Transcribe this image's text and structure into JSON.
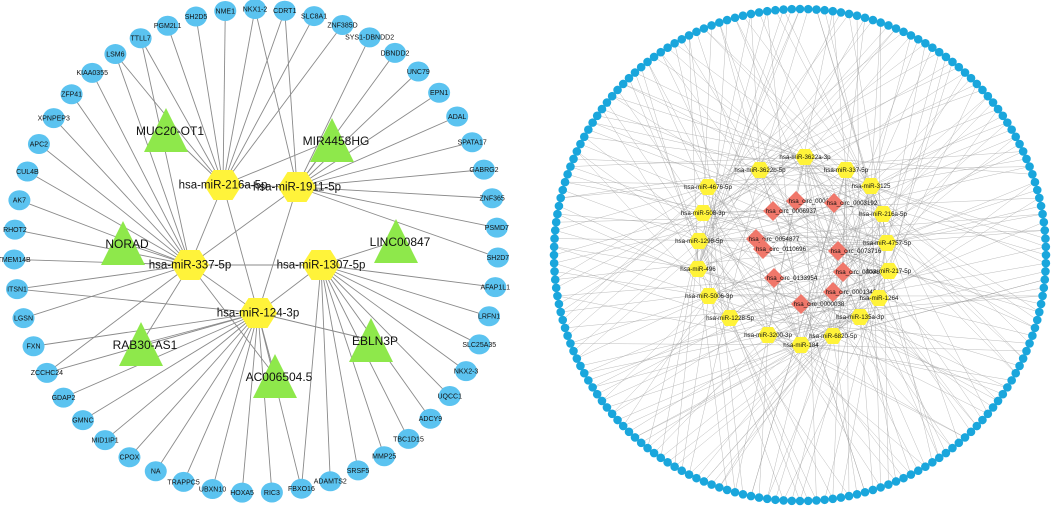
{
  "colors": {
    "gene": "#5bc3f0",
    "gene_outer": "#1aa6dc",
    "mirna": "#fff33a",
    "lncrna": "#8ee84b",
    "circrna": "#f0776a",
    "edge": "#8a8a8a"
  },
  "left_network": {
    "genes": [
      "SYS1-DBNDD2",
      "DBNDD2",
      "UNC79",
      "EPN1",
      "ADAL",
      "SPATA17",
      "GABRG2",
      "ZNF365",
      "PSMD7",
      "SH2D7",
      "AFAP1L1",
      "LRFN1",
      "SLC25A35",
      "NKX2-3",
      "UQCC1",
      "ADCY9",
      "TBC1D15",
      "MMP25",
      "SRSF5",
      "ADAMTS2",
      "FBXO16",
      "RIC3",
      "HOXA5",
      "UBXN10",
      "TRAPPC5",
      "NA",
      "CPOX",
      "MID1IP1",
      "GMNC",
      "GDAP2",
      "ZCCHC24",
      "FXN",
      "LGSN",
      "ITSN1",
      "TMEM14B",
      "RHOT2",
      "AK7",
      "CUL4B",
      "APC2",
      "XPNPEP3",
      "ZFP41",
      "KIAA0355",
      "LSM6",
      "TTLL7",
      "PGM2L1",
      "SH2D5",
      "NME1",
      "NKX1-2",
      "CDRT1",
      "SLC8A1",
      "ZNF385D"
    ],
    "mirnas": [
      "hsa-miR-216a-5p",
      "hsa-miR-1911-5p",
      "hsa-miR-337-5p",
      "hsa-miR-1307-5p",
      "hsa-miR-124-3p"
    ],
    "lncrnas": [
      "MUC20-OT1",
      "MIR4458HG",
      "NORAD",
      "LINC00847",
      "RAB30-AS1",
      "EBLN3P",
      "AC006504.5"
    ]
  },
  "right_network": {
    "mirnas": [
      "hsa-miR-3622a-3p",
      "hsa-miR-337-5p",
      "hsa-miR-3622b-5p",
      "hsa-miR-4676-5p",
      "hsa-miR-3125",
      "hsa-miR-508-3p",
      "hsa-miR-216a-5p",
      "hsa-miR-4757-5p",
      "hsa-miR-1298-5p",
      "hsa-miR-217-5p",
      "hsa-miR-496",
      "hsa-miR-5006-3p",
      "hsa-miR-1264",
      "hsa-miR-1228-5p",
      "hsa-miR-135a-3p",
      "hsa-miR-3200-3p",
      "hsa-miR-6820-5p",
      "hsa-miR-184"
    ],
    "circrnas": [
      "hsa_circ_0003812",
      "hsa_circ_0006937",
      "hsa_circ_0003192",
      "hsa_circ_0054877",
      "hsa_circ_0073716",
      "hsa_circ_0110696",
      "hsa_circ_0003162",
      "hsa_circ_0133954",
      "hsa_circ_0001349",
      "hsa_circ_0000038"
    ],
    "outer_gene_count": 188
  }
}
